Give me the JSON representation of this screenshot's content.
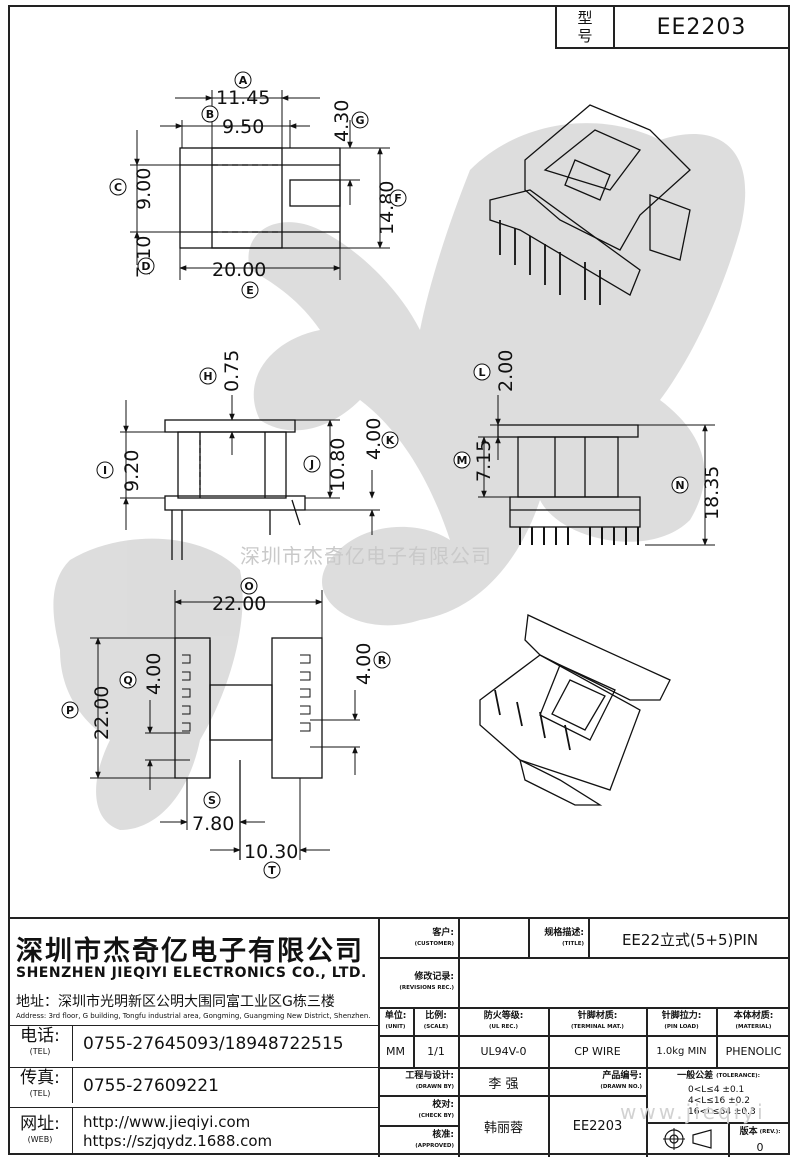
{
  "header": {
    "model_label_1": "型",
    "model_label_2": "号",
    "model_value": "EE2203"
  },
  "dimensions": {
    "A": "A",
    "A_value": "11.45",
    "B": "B",
    "B_value": "9.50",
    "C": "C",
    "C_value": "9.00",
    "D": "D",
    "D_value": "7.10",
    "E": "E",
    "E_value": "20.00",
    "F": "F",
    "F_value": "14.80",
    "G": "G",
    "G_value": "4.30",
    "H": "H",
    "H_value": "0.75",
    "I": "I",
    "I_value": "9.20",
    "J": "J",
    "J_value": "10.80",
    "K": "K",
    "K_value": "4.00",
    "L": "L",
    "L_value": "2.00",
    "M": "M",
    "M_value": "7.15",
    "N": "N",
    "N_value": "18.35",
    "O": "O",
    "O_value": "22.00",
    "P": "P",
    "P_value": "22.00",
    "Q": "Q",
    "Q_value": "4.00",
    "R": "R",
    "R_value": "4.00",
    "S": "S",
    "S_value": "7.80",
    "T": "T",
    "T_value": "10.30"
  },
  "watermark": {
    "center_text": "深圳市杰奇亿电子有限公司",
    "bottom_text": "www.jieqiyi"
  },
  "company": {
    "name_cn": "深圳市杰奇亿电子有限公司",
    "name_en": "SHENZHEN JIEQIYI ELECTRONICS CO., LTD.",
    "address_cn": "地址：深圳市光明新区公明大围同富工业区G栋三楼",
    "address_en": "Address: 3rd floor, G building, Tongfu industrial area, Gongming, Guangming New District, Shenzhen.",
    "tel_label_cn": "电话:",
    "tel_label_en": "(TEL)",
    "tel_value": "0755-27645093/18948722515",
    "fax_label_cn": "传真:",
    "fax_label_en": "(TEL)",
    "fax_value": "0755-27609221",
    "web_label_cn": "网址:",
    "web_label_en": "(WEB)",
    "web_value_1": "http://www.jieqiyi.com",
    "web_value_2": "https://szjqydz.1688.com"
  },
  "titleblock": {
    "customer_cn": "客户:",
    "customer_en": "(CUSTOMER)",
    "title_cn": "规格描述:",
    "title_en": "(TITLE)",
    "title_value": "EE22立式(5+5)PIN",
    "revisions_cn": "修改记录:",
    "revisions_en": "(REVISIONS REC.)",
    "unit_cn": "单位:",
    "unit_en": "(UNIT)",
    "unit_value": "MM",
    "scale_cn": "比例:",
    "scale_en": "(SCALE)",
    "scale_value": "1/1",
    "ulrec_cn": "防火等级:",
    "ulrec_en": "(UL REC.)",
    "ulrec_value": "UL94V-0",
    "terminal_cn": "针脚材质:",
    "terminal_en": "(TERMINAL MAT.)",
    "terminal_value": "CP WIRE",
    "pinload_cn": "针脚拉力:",
    "pinload_en": "(PIN LOAD)",
    "pinload_value": "1.0kg MIN",
    "material_cn": "本体材质:",
    "material_en": "(MATERIAL)",
    "material_value": "PHENOLIC",
    "drawn_cn": "工程与设计:",
    "drawn_en": "(DRAWN BY)",
    "drawn_value": "李  强",
    "drawnno_cn": "产品编号:",
    "drawnno_en": "(DRAWN NO.)",
    "drawnno_value": "EE2203",
    "check_cn": "校对:",
    "check_en": "(CHECK BY)",
    "check_value": "韩丽蓉",
    "approved_cn": "核准:",
    "approved_en": "(APPROVED)",
    "tolerance_cn": "一般公差",
    "tolerance_en": "(TOLERANCE):",
    "tol_1": "0<L≤4    ±0.1",
    "tol_2": "4<L≤16   ±0.2",
    "tol_3": "16<L≤64  ±0.3",
    "rev_cn": "版本",
    "rev_en": "(REV.):",
    "rev_value": "0"
  }
}
